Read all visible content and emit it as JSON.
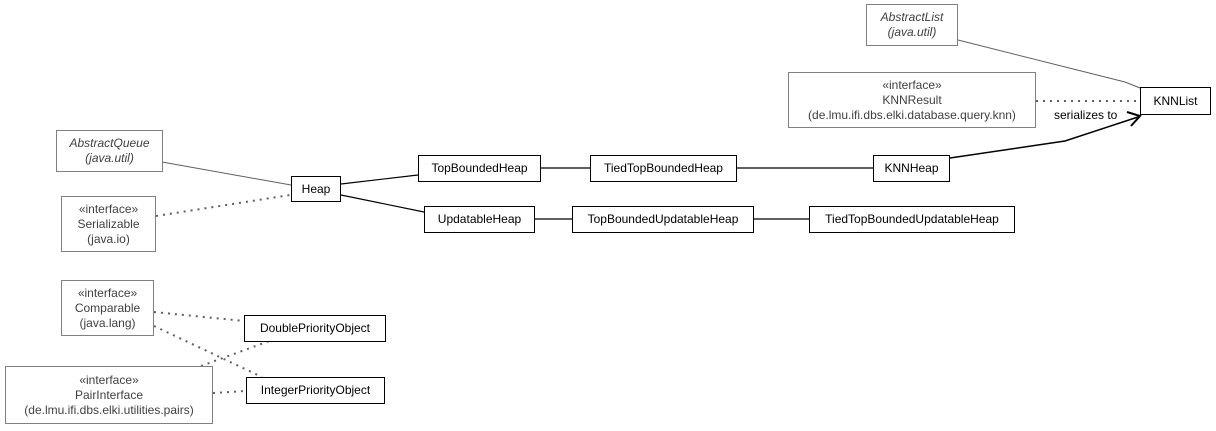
{
  "nodes": {
    "abstract_list": {
      "name": "AbstractList",
      "package": "(java.util)"
    },
    "knn_result": {
      "stereotype": "«interface»",
      "name": "KNNResult",
      "package": "(de.lmu.ifi.dbs.elki.database.query.knn)"
    },
    "knn_list": {
      "name": "KNNList"
    },
    "abstract_queue": {
      "name": "AbstractQueue",
      "package": "(java.util)"
    },
    "serializable": {
      "stereotype": "«interface»",
      "name": "Serializable",
      "package": "(java.io)"
    },
    "heap": {
      "name": "Heap"
    },
    "top_bounded_heap": {
      "name": "TopBoundedHeap"
    },
    "tied_top_bounded_heap": {
      "name": "TiedTopBoundedHeap"
    },
    "knn_heap": {
      "name": "KNNHeap"
    },
    "updatable_heap": {
      "name": "UpdatableHeap"
    },
    "top_bounded_updatable_heap": {
      "name": "TopBoundedUpdatableHeap"
    },
    "tied_top_bounded_updatable_heap": {
      "name": "TiedTopBoundedUpdatableHeap"
    },
    "comparable": {
      "stereotype": "«interface»",
      "name": "Comparable",
      "package": "(java.lang)"
    },
    "pair_interface": {
      "stereotype": "«interface»",
      "name": "PairInterface",
      "package": "(de.lmu.ifi.dbs.elki.utilities.pairs)"
    },
    "double_priority_object": {
      "name": "DoublePriorityObject"
    },
    "integer_priority_object": {
      "name": "IntegerPriorityObject"
    }
  },
  "edges": {
    "serializes_label": "serializes to"
  },
  "colors": {
    "class_border": "#000000",
    "external_border": "#808080",
    "external_text": "#404040",
    "solid_edge": "#000000",
    "external_edge": "#606060",
    "dotted_edge": "#606060"
  }
}
